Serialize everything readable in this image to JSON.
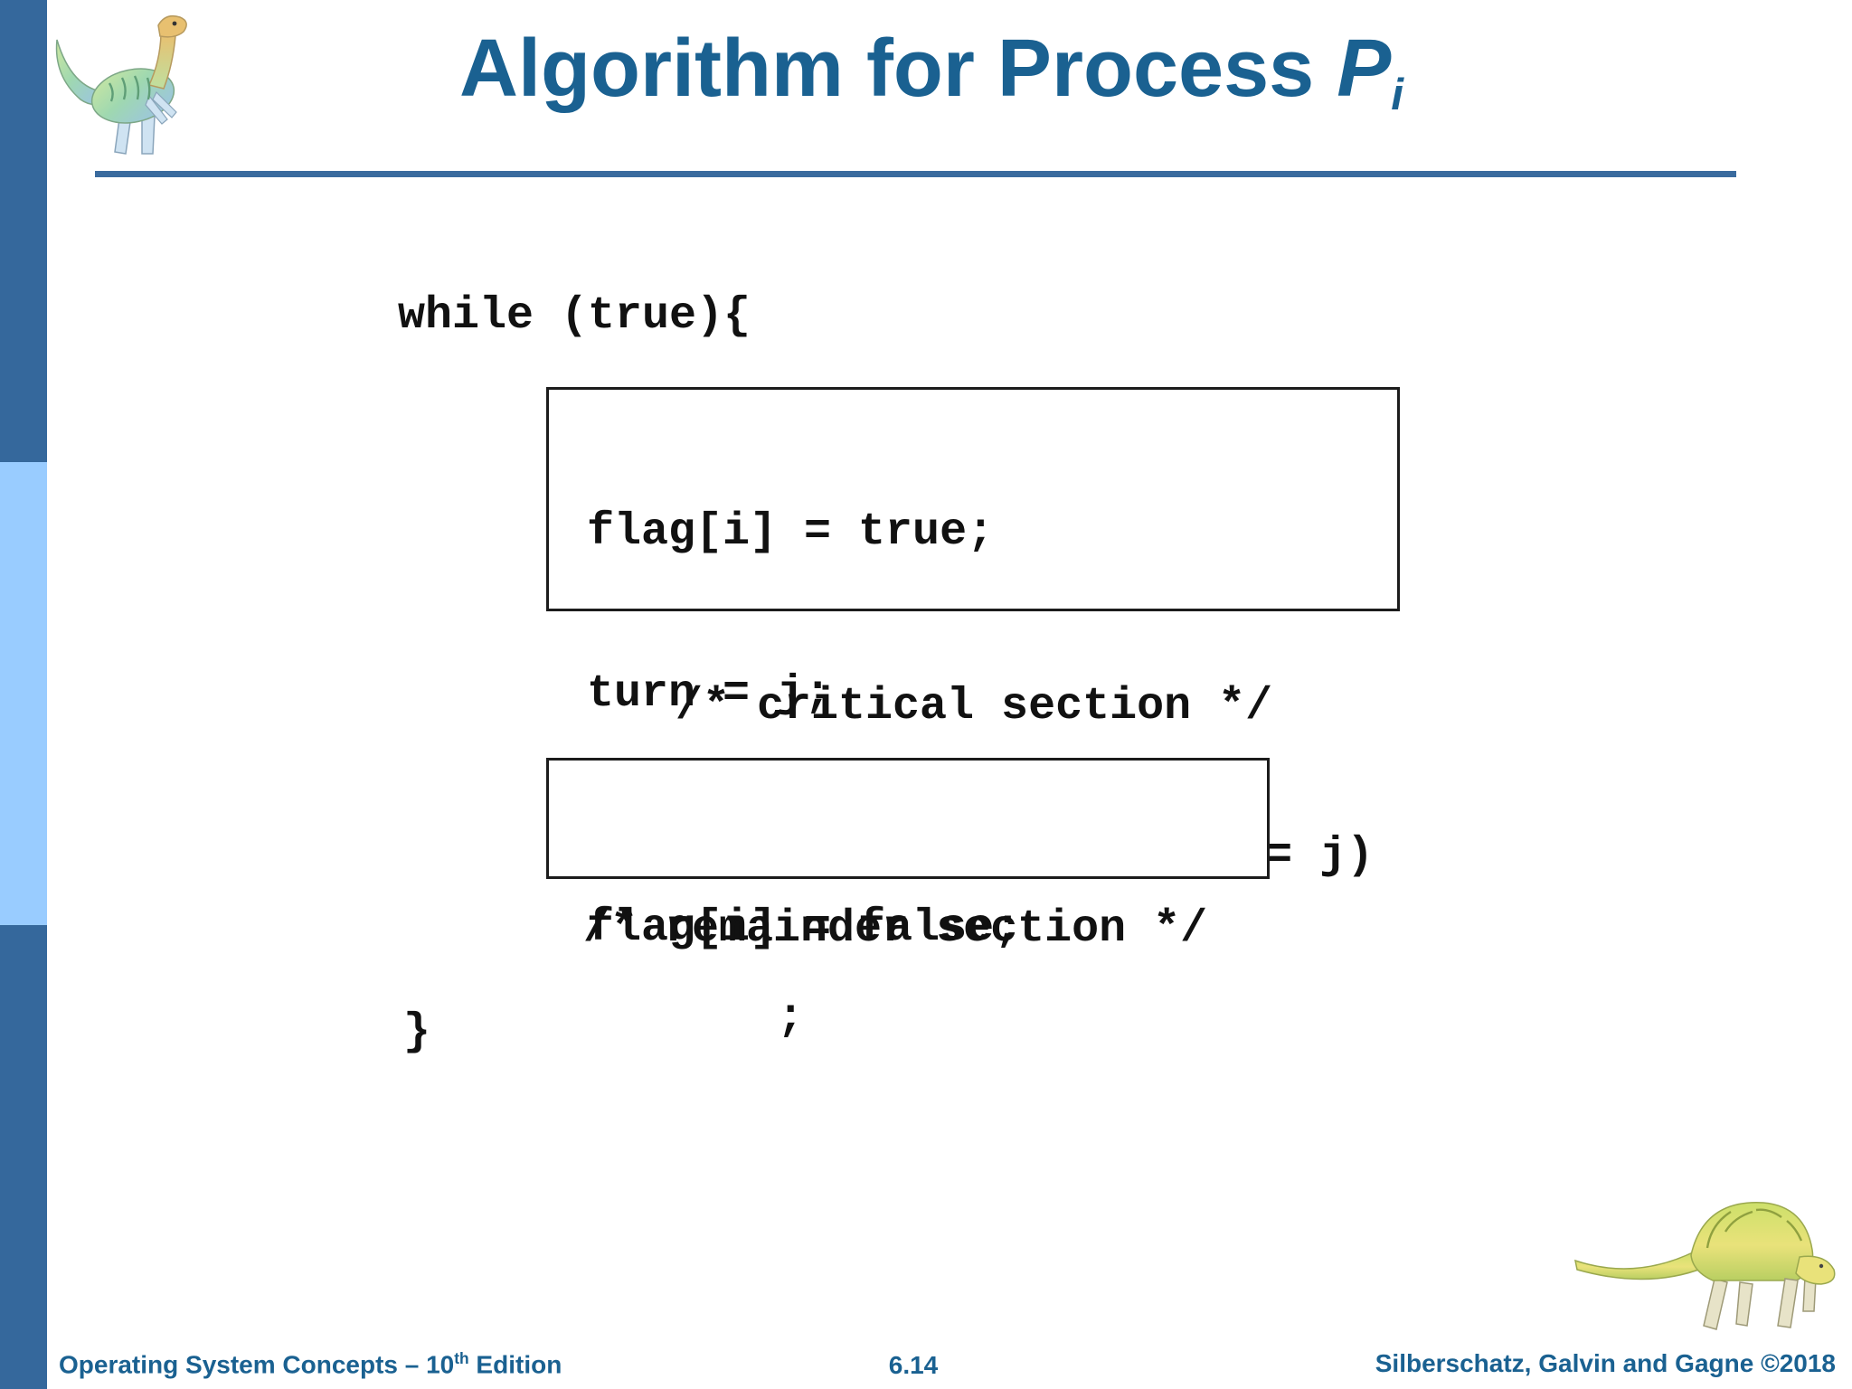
{
  "slide": {
    "title": {
      "text_prefix": "Algorithm for Process ",
      "process_symbol": "P",
      "process_subscript": "i"
    },
    "code": {
      "while_open": "while (true){",
      "entry_box_lines": [
        "flag[i] = true;",
        "turn = j;",
        "while (flag[j] && turn = = j)",
        "       ;"
      ],
      "critical_comment": "/* critical section */",
      "exit_box_lines": [
        "flag[i] = false;"
      ],
      "remainder_comment": "/* remainder section */",
      "close_brace": "}"
    },
    "footer": {
      "book_prefix": "Operating System Concepts – 10",
      "book_sup": "th",
      "book_suffix": " Edition",
      "page_number": "6.14",
      "authors": "Silberschatz, Galvin and Gagne ©2018"
    },
    "icons": {
      "top_left": "dinosaur-logo",
      "bottom_right": "dinosaur-illustration"
    },
    "colors": {
      "sidebar_dark": "#35689C",
      "sidebar_light": "#99CCFF",
      "heading_blue": "#1A6191",
      "rule_blue": "#3A6B9E",
      "code_black": "#111111"
    }
  }
}
